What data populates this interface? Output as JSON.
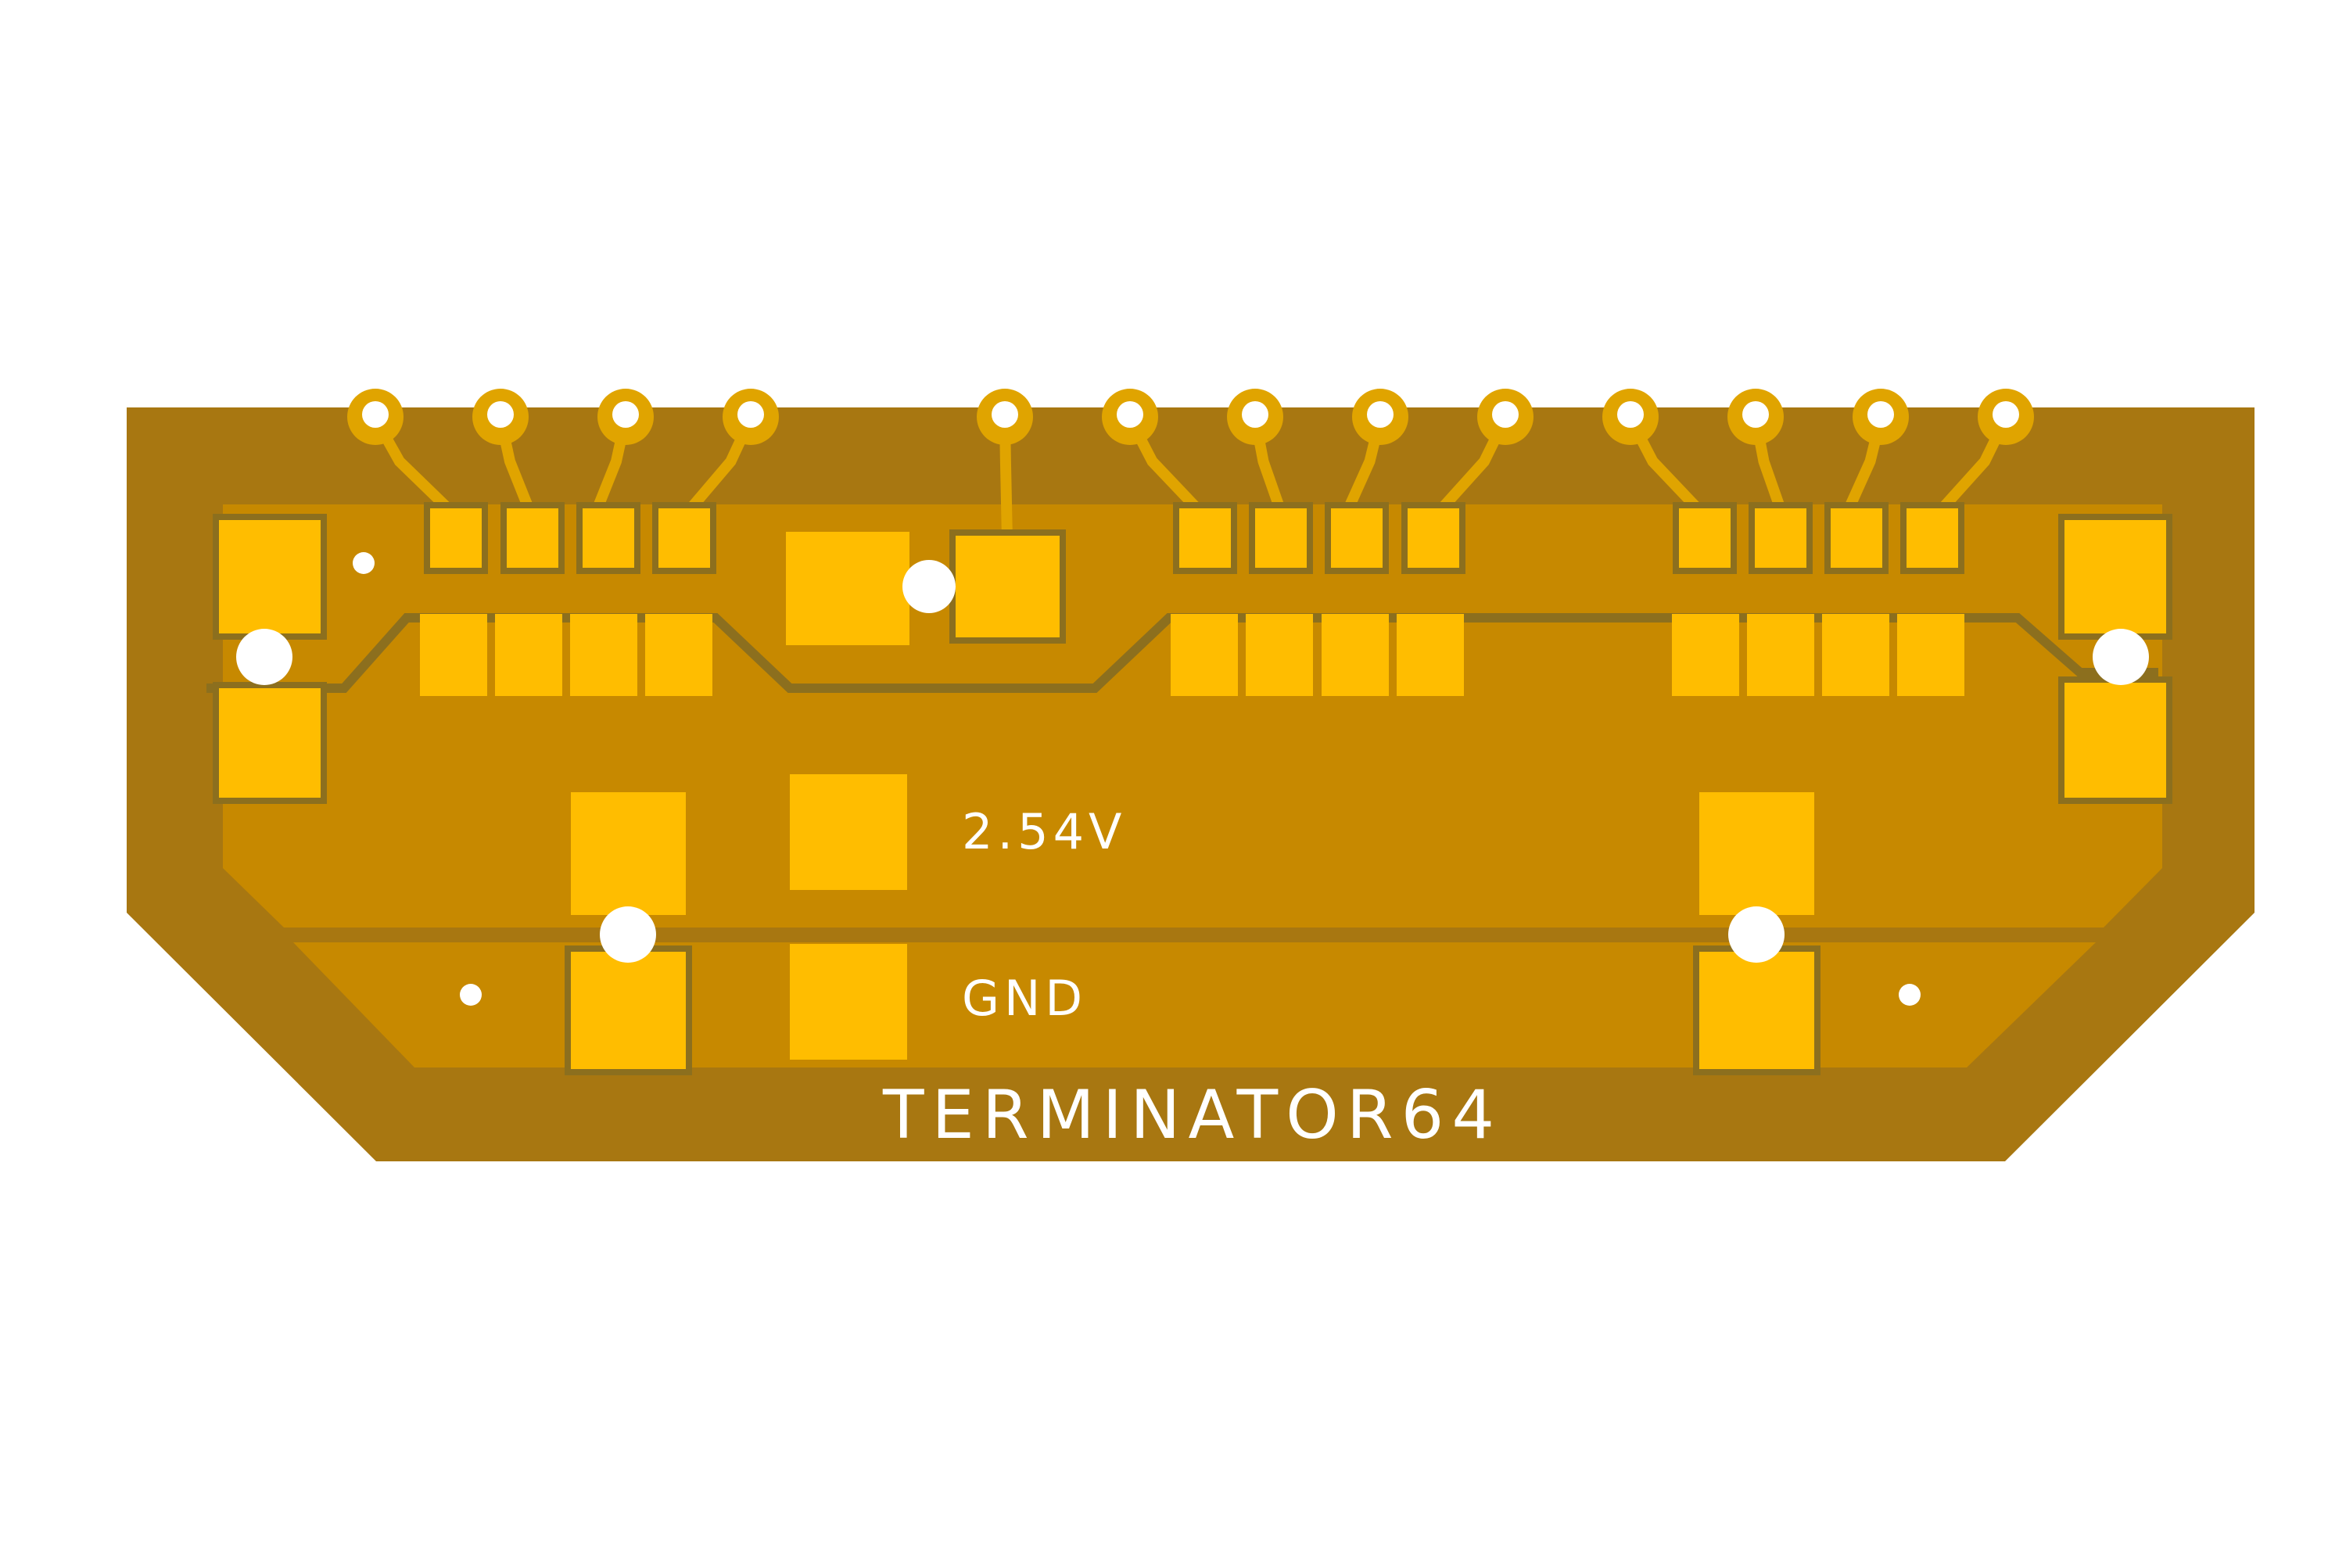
{
  "board": {
    "title": "TERMINATOR64",
    "net_labels": {
      "top": "2.54V",
      "bottom": "GND"
    }
  },
  "colors": {
    "background": "#ffffff",
    "board_edge": "#a87711",
    "copper_pour": "#c78900",
    "pad": "#ffbd00",
    "soldermask_outline": "#8c6f1e",
    "trace": "#e0a400",
    "silkscreen": "#ffffff",
    "drill": "#ffffff"
  }
}
